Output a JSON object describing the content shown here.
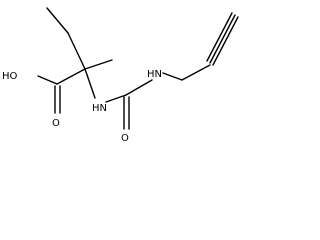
{
  "molecule": {
    "atom_labels": {
      "hydroxyl": "HO",
      "carbonyl_oxygen_acid": "O",
      "amide_nh_left": "HN",
      "amide_nh_right": "HN",
      "carbonyl_oxygen_urea": "O"
    }
  }
}
